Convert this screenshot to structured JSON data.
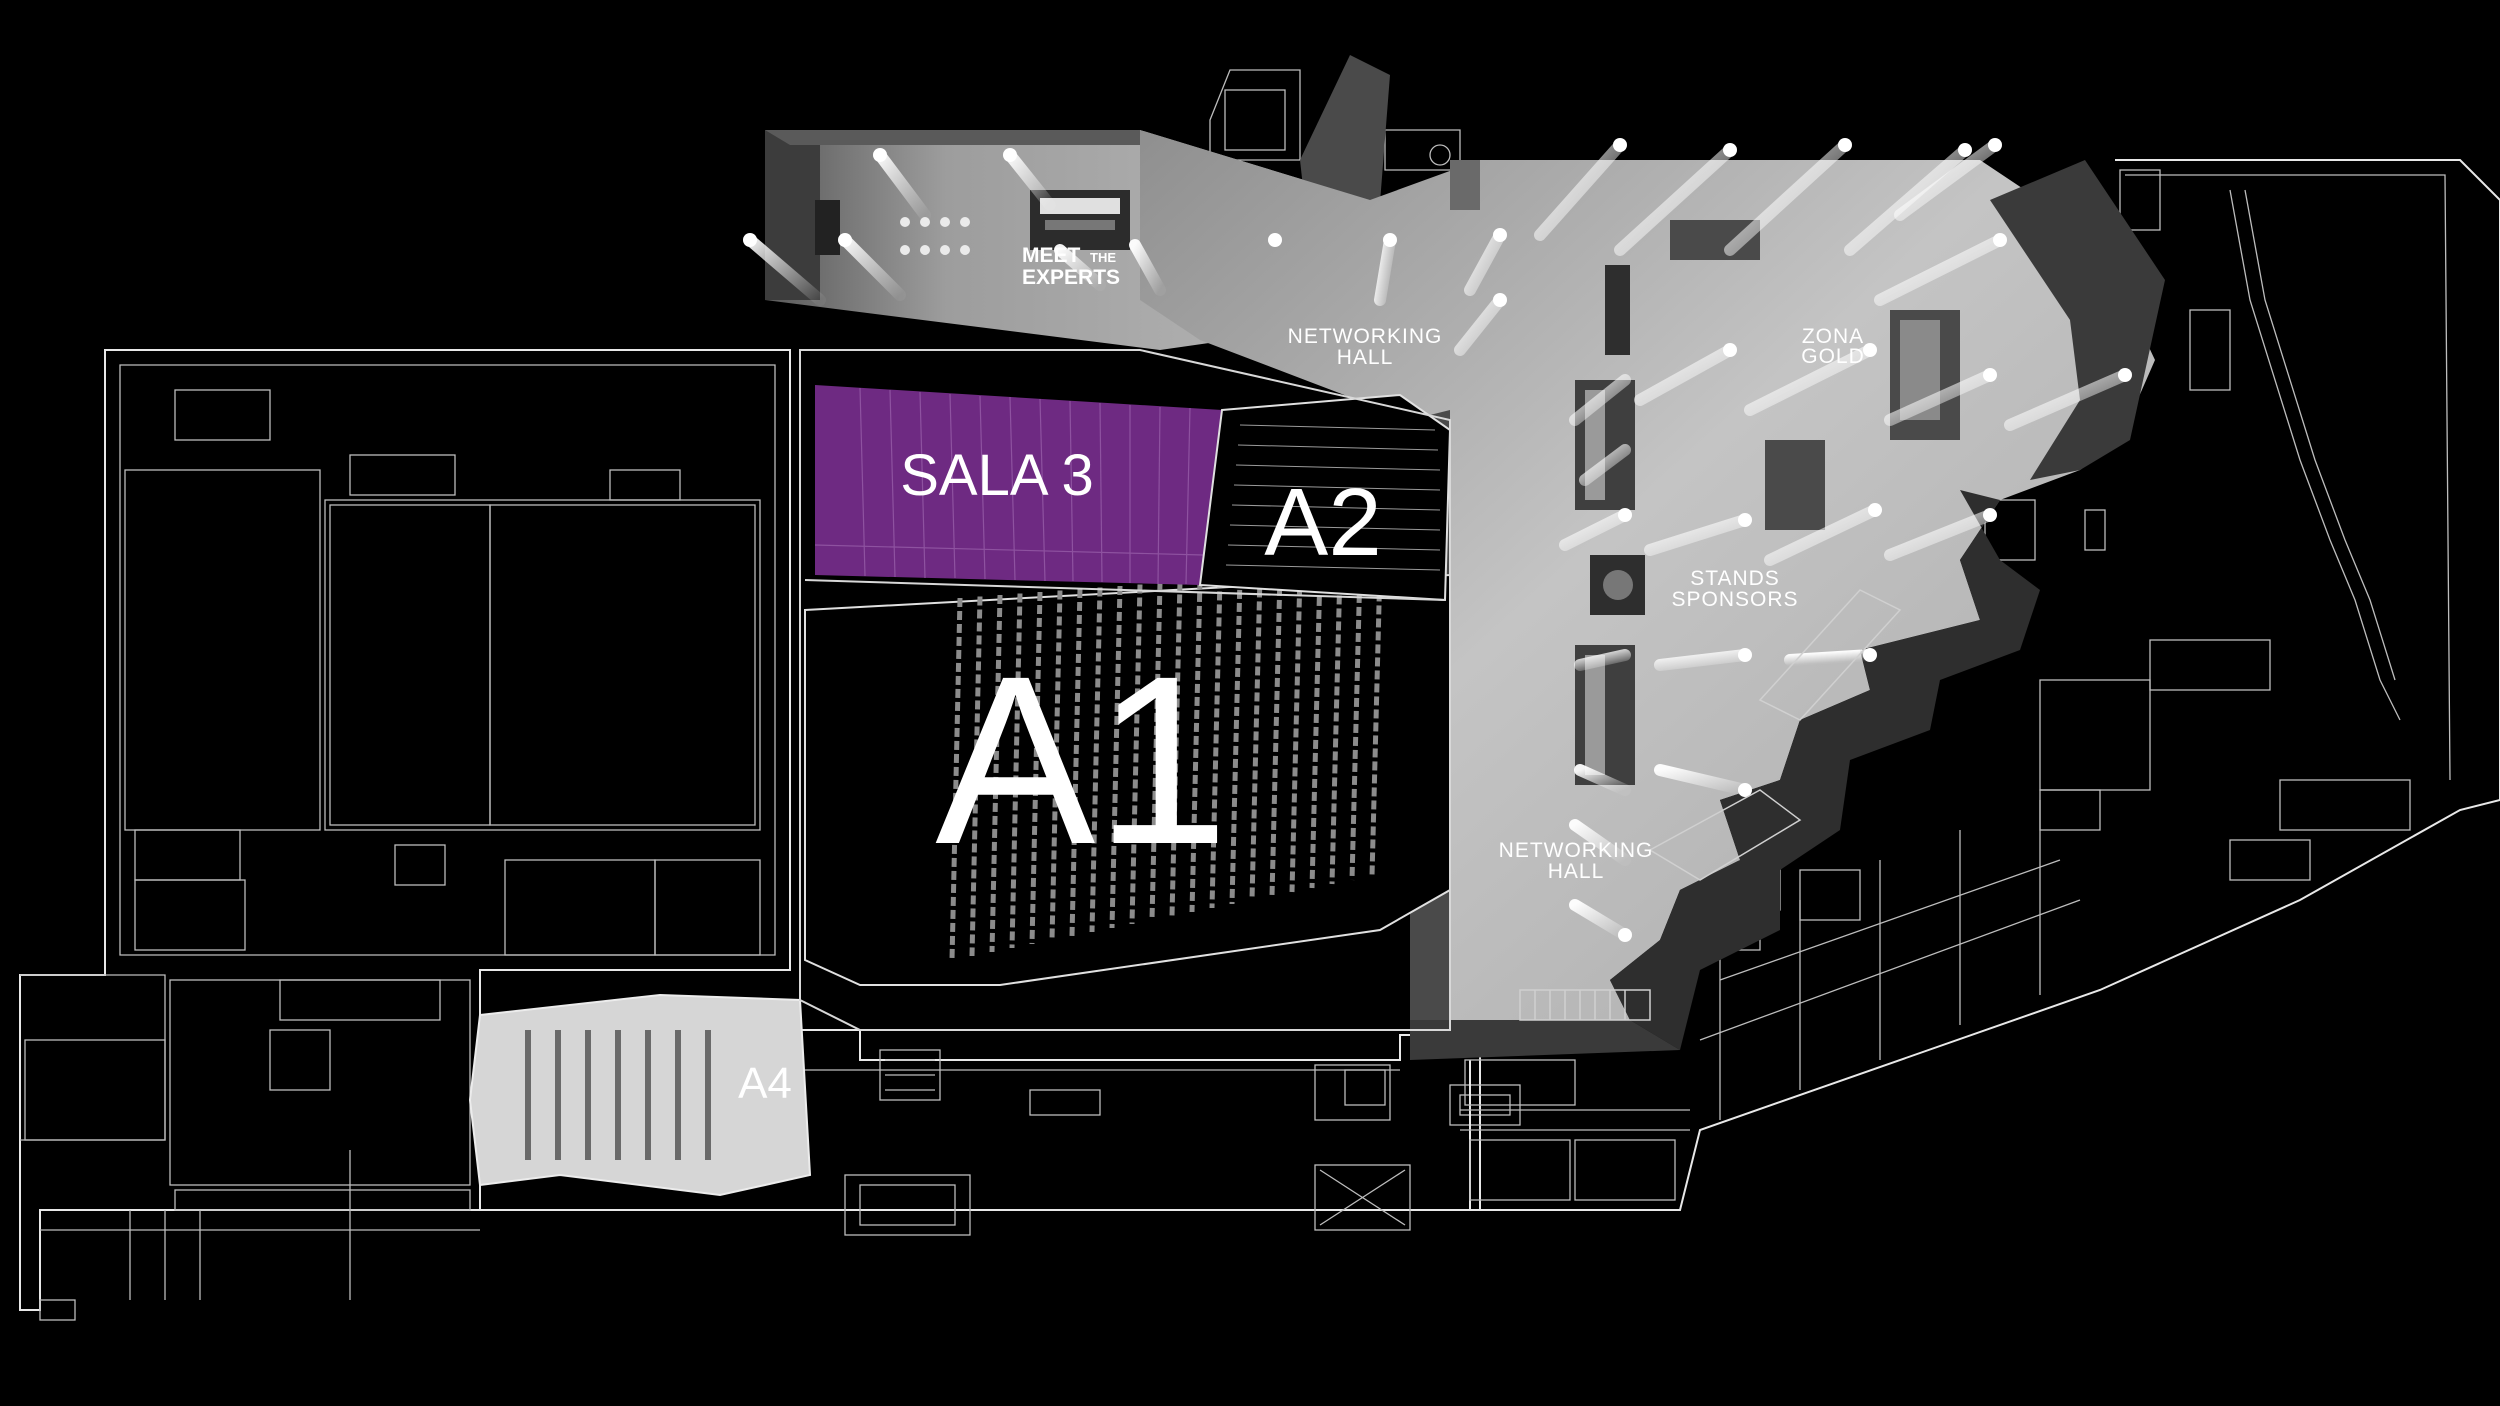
{
  "map": {
    "labels": {
      "meet_line1": "MEET",
      "meet_the": "THE",
      "meet_line2": "EXPERTS",
      "networking_top_1": "NETWORKING",
      "networking_top_2": "HALL",
      "zona_1": "ZONA",
      "zona_2": "GOLD",
      "sala3": "SALA 3",
      "a2": "A2",
      "a1": "A1",
      "a4": "A4",
      "stands_1": "STANDS",
      "stands_2": "SPONSORS",
      "networking_bottom_1": "NETWORKING",
      "networking_bottom_2": "HALL"
    },
    "colors": {
      "background": "#000000",
      "sala3_highlight": "#6e2a82",
      "hall_floor": "#b9b9b9",
      "walls": "#3a3a3a",
      "a4_floor": "#d6d6d6",
      "outline": "#e8e8e8"
    }
  }
}
